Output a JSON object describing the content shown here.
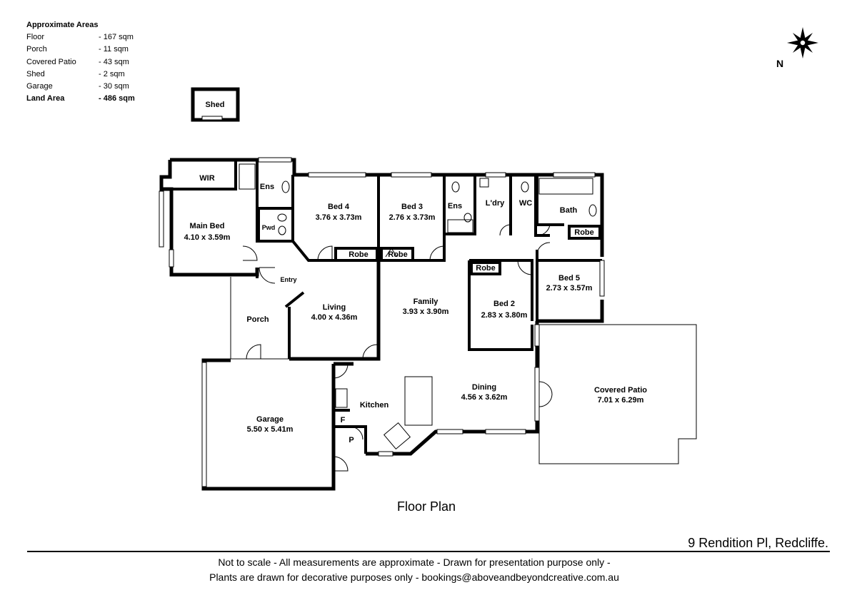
{
  "areas": {
    "title": "Approximate Areas",
    "rows": [
      {
        "label": "Floor",
        "value": "- 167 sqm"
      },
      {
        "label": "Porch",
        "value": "- 11 sqm"
      },
      {
        "label": "Covered Patio",
        "value": "- 43 sqm"
      },
      {
        "label": "Shed",
        "value": "- 2 sqm"
      },
      {
        "label": "Garage",
        "value": "- 30 sqm"
      }
    ],
    "total": {
      "label": "Land Area",
      "value": "- 486 sqm"
    }
  },
  "compass": {
    "north_label": "N",
    "icon": "compass-rose-icon"
  },
  "rooms": {
    "shed": "Shed",
    "wir": "WIR",
    "ens_main": "Ens",
    "pwd": "Pwd",
    "main_bed": {
      "name": "Main Bed",
      "dims": "4.10 x 3.59m"
    },
    "bed4": {
      "name": "Bed 4",
      "dims": "3.76 x 3.73m"
    },
    "bed3": {
      "name": "Bed 3",
      "dims": "2.76 x 3.73m"
    },
    "ens2": "Ens",
    "laundry": "L'dry",
    "wc": "WC",
    "bath": "Bath",
    "robe_bed5": "Robe",
    "robe_bed4": "Robe",
    "robe_bed3": "Robe",
    "robe_bed2": "Robe",
    "entry": "Entry",
    "porch": "Porch",
    "living": {
      "name": "Living",
      "dims": "4.00 x 4.36m"
    },
    "family": {
      "name": "Family",
      "dims": "3.93 x 3.90m"
    },
    "bed2": {
      "name": "Bed 2",
      "dims": "2.83 x 3.80m"
    },
    "bed5": {
      "name": "Bed 5",
      "dims": "2.73 x 3.57m"
    },
    "kitchen": "Kitchen",
    "fridge": "F",
    "pantry": "P",
    "dining": {
      "name": "Dining",
      "dims": "4.56 x 3.62m"
    },
    "garage": {
      "name": "Garage",
      "dims": "5.50 x 5.41m"
    },
    "covered_patio": {
      "name": "Covered Patio",
      "dims": "7.01 x 6.29m"
    }
  },
  "plan_title": "Floor Plan",
  "address": "9 Rendition Pl, Redcliffe.",
  "notes": [
    "Not to scale - All measurements are approximate - Drawn for presentation purpose only -",
    "Plants are drawn for decorative purposes only - bookings@aboveandbeyondcreative.com.au"
  ]
}
